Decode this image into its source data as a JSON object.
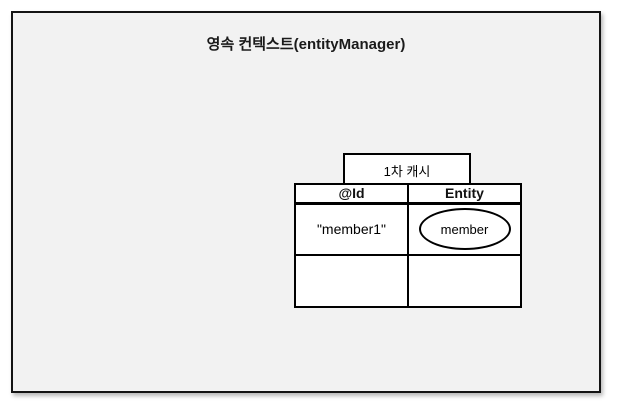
{
  "diagram": {
    "title": "영속 컨텍스트(entityManager)",
    "cache": {
      "label": "1차 캐시",
      "table": {
        "headers": [
          "@Id",
          "Entity"
        ],
        "rows": [
          {
            "id": "\"member1\"",
            "entity": "member"
          },
          {
            "id": "",
            "entity": ""
          }
        ]
      }
    },
    "colors": {
      "panel_background": "#f2f2f2",
      "cell_background": "#ffffff",
      "border": "#000000",
      "text": "#1a1a1a"
    }
  }
}
